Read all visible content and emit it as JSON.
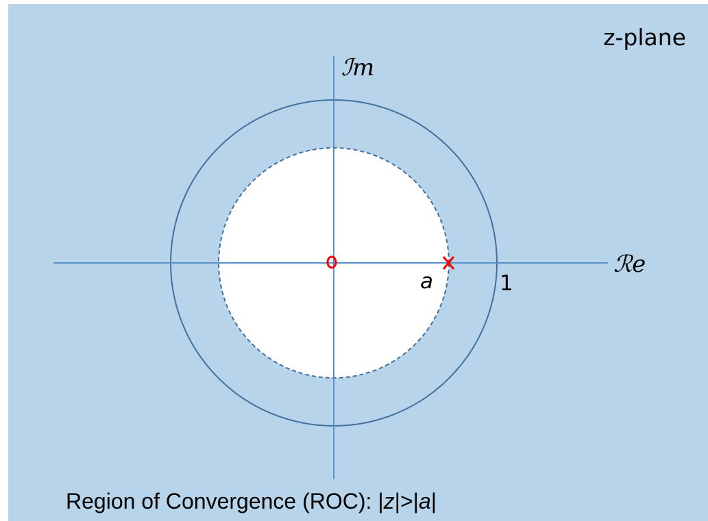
{
  "title": "z-plane",
  "axes": {
    "real_label": "ℛe",
    "imag_label": "ℐm"
  },
  "unit_circle_label": "1",
  "pole": {
    "label": "a",
    "symbol": "x",
    "color": "#FF0000"
  },
  "zero": {
    "symbol": "o",
    "color": "#FF0000"
  },
  "caption": {
    "text": "Region of Convergence (ROC): |",
    "z": "z",
    "mid": "|>|",
    "a": "a",
    "end": "|"
  },
  "colors": {
    "roc_fill": "#B8D4EA",
    "excluded_fill": "#FFFFFF",
    "axis": "#5B8FC9",
    "circle": "#41709F"
  }
}
